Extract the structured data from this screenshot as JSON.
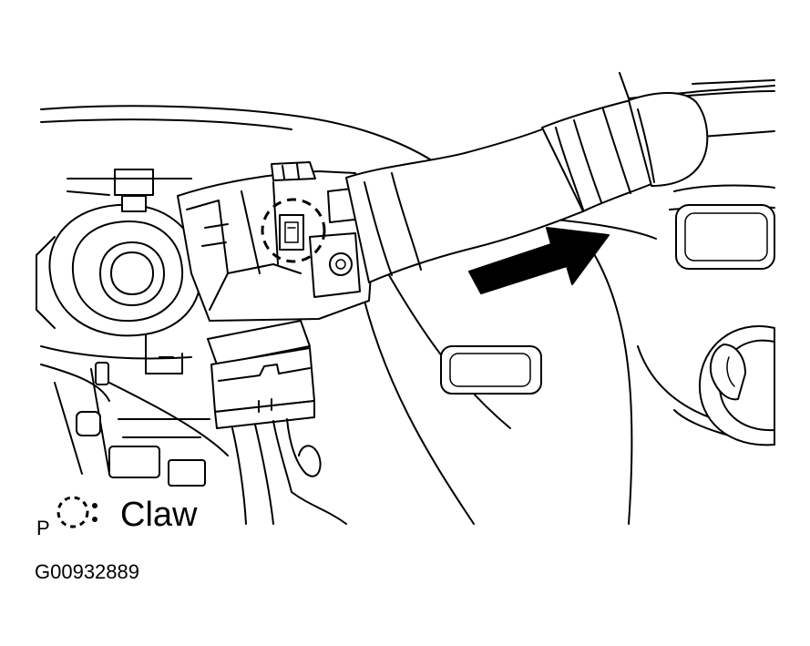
{
  "diagram": {
    "legend": {
      "prefix": "P",
      "symbol": "dashed-circle-icon",
      "label": "Claw"
    },
    "figure_id": "G00932889"
  }
}
